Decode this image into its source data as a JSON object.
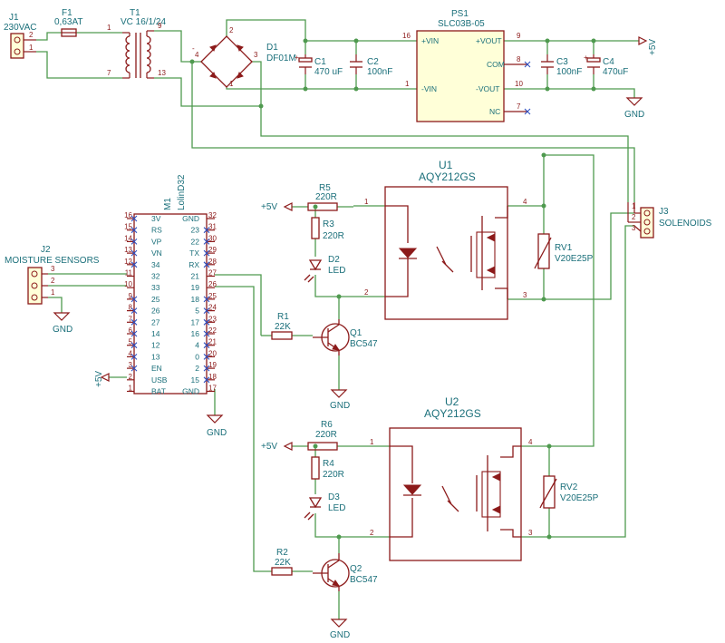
{
  "components": {
    "J1": {
      "ref": "J1",
      "value": "230VAC"
    },
    "F1": {
      "ref": "F1",
      "value": "0,63AT"
    },
    "T1": {
      "ref": "T1",
      "value": "VC 16/1/24"
    },
    "D1": {
      "ref": "D1",
      "value": "DF01M"
    },
    "C1": {
      "ref": "C1",
      "value": "470 uF"
    },
    "C2": {
      "ref": "C2",
      "value": "100nF"
    },
    "PS1": {
      "ref": "PS1",
      "value": "SLC03B-05",
      "pins": {
        "vin_p": "+VIN",
        "vin_n": "-VIN",
        "vout_p": "+VOUT",
        "vout_n": "-VOUT",
        "com": "COM",
        "nc": "NC"
      }
    },
    "C3": {
      "ref": "C3",
      "value": "100nF"
    },
    "C4": {
      "ref": "C4",
      "value": "470uF"
    },
    "M1": {
      "ref": "M1",
      "value": "LolinD32",
      "left_pins": [
        [
          "16",
          "3V"
        ],
        [
          "15",
          "RS"
        ],
        [
          "14",
          "VP"
        ],
        [
          "13",
          "VN"
        ],
        [
          "12",
          "34"
        ],
        [
          "11",
          "32"
        ],
        [
          "10",
          "33"
        ],
        [
          "9",
          "25"
        ],
        [
          "8",
          "26"
        ],
        [
          "7",
          "27"
        ],
        [
          "6",
          "14"
        ],
        [
          "5",
          "12"
        ],
        [
          "4",
          "13"
        ],
        [
          "3",
          "EN"
        ],
        [
          "2",
          "USB"
        ],
        [
          "1",
          "BAT"
        ]
      ],
      "right_pins": [
        [
          "32",
          "GND"
        ],
        [
          "31",
          "23"
        ],
        [
          "30",
          "22"
        ],
        [
          "29",
          "TX"
        ],
        [
          "28",
          "RX"
        ],
        [
          "27",
          "21"
        ],
        [
          "26",
          "19"
        ],
        [
          "25",
          "18"
        ],
        [
          "24",
          "5"
        ],
        [
          "23",
          "17"
        ],
        [
          "22",
          "16"
        ],
        [
          "21",
          "4"
        ],
        [
          "20",
          "0"
        ],
        [
          "19",
          "2"
        ],
        [
          "18",
          "15"
        ],
        [
          "17",
          "GND"
        ]
      ]
    },
    "J2": {
      "ref": "J2",
      "value": "MOISTURE SENSORS"
    },
    "J3": {
      "ref": "J3",
      "value": "SOLENOIDS"
    },
    "U1": {
      "ref": "U1",
      "value": "AQY212GS"
    },
    "U2": {
      "ref": "U2",
      "value": "AQY212GS"
    },
    "R1": {
      "ref": "R1",
      "value": "22K"
    },
    "R2": {
      "ref": "R2",
      "value": "22K"
    },
    "R3": {
      "ref": "R3",
      "value": "220R"
    },
    "R4": {
      "ref": "R4",
      "value": "220R"
    },
    "R5": {
      "ref": "R5",
      "value": "220R"
    },
    "R6": {
      "ref": "R6",
      "value": "220R"
    },
    "D2": {
      "ref": "D2",
      "value": "LED"
    },
    "D3": {
      "ref": "D3",
      "value": "LED"
    },
    "Q1": {
      "ref": "Q1",
      "value": "BC547"
    },
    "Q2": {
      "ref": "Q2",
      "value": "BC547"
    },
    "RV1": {
      "ref": "RV1",
      "value": "V20E25P"
    },
    "RV2": {
      "ref": "RV2",
      "value": "V20E25P"
    }
  },
  "power": {
    "vcc": "+5V",
    "gnd": "GND"
  },
  "pin_numbers": {
    "j_1": "1",
    "j_2": "2",
    "j_3": "3",
    "t_vc": "VC",
    "t_1": "1",
    "t_7": "7",
    "t_9": "9",
    "t_13": "13",
    "d_1": "1",
    "d_2": "2",
    "d_3": "3",
    "d_4": "4",
    "ps_16": "16",
    "ps_1": "1",
    "ps_9": "9",
    "ps_8": "8",
    "ps_10": "10",
    "ps_7": "7",
    "u_1": "1",
    "u_2": "2",
    "u_3": "3",
    "u_4": "4",
    "plus": "+",
    "minus": "-"
  }
}
